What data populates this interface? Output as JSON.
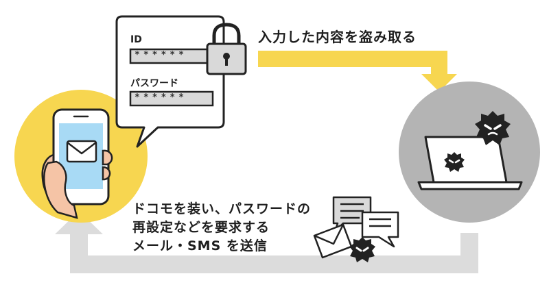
{
  "login_bubble": {
    "id_label": "ID",
    "id_value": "******",
    "password_label": "パスワード",
    "password_value": "******"
  },
  "steal_caption": "入力した内容を盗み取る",
  "phishing_caption": {
    "line1": "ドコモを装い、パスワードの",
    "line2": "再設定などを要求する",
    "line3": "メール・SMS を送信"
  },
  "icons": [
    "smartphone-icon",
    "mail-icon",
    "lock-icon",
    "laptop-icon",
    "virus-icon",
    "message-icon",
    "envelope-icon"
  ],
  "colors": {
    "accent_yellow": "#f7d650",
    "gray_arrow": "#dcdcdc",
    "attacker_gray": "#b4b4b4",
    "phone_screen": "#a8daf5",
    "outline": "#222222"
  }
}
